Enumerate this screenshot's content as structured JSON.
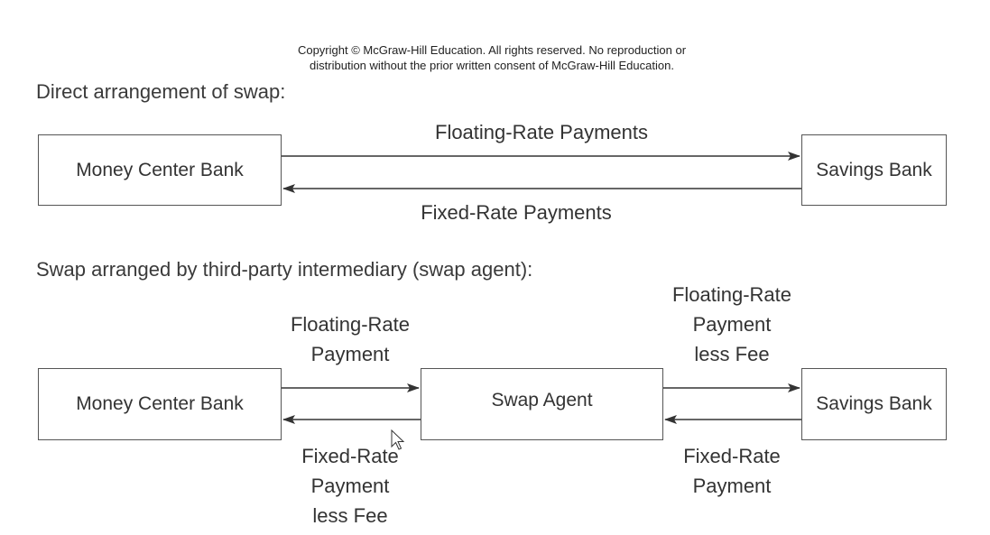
{
  "copyright": {
    "line1": "Copyright © McGraw-Hill Education.  All rights reserved. No reproduction or",
    "line2": "distribution without the prior written consent of McGraw-Hill Education."
  },
  "direct": {
    "heading": "Direct arrangement of swap:",
    "left_box": "Money Center Bank",
    "right_box": "Savings Bank",
    "top_label": "Floating-Rate Payments",
    "bottom_label": "Fixed-Rate Payments"
  },
  "intermediary": {
    "heading": "Swap arranged by third-party intermediary (swap agent):",
    "left_box": "Money Center Bank",
    "middle_box": "Swap Agent",
    "right_box": "Savings Bank",
    "left_top_label": [
      "Floating-Rate",
      "Payment"
    ],
    "left_bottom_label": [
      "Fixed-Rate",
      "Payment",
      "less Fee"
    ],
    "right_top_label": [
      "Floating-Rate",
      "Payment",
      "less Fee"
    ],
    "right_bottom_label": [
      "Fixed-Rate",
      "Payment"
    ]
  },
  "colors": {
    "line": "#333333",
    "box_border": "#555555",
    "text": "#333333"
  }
}
